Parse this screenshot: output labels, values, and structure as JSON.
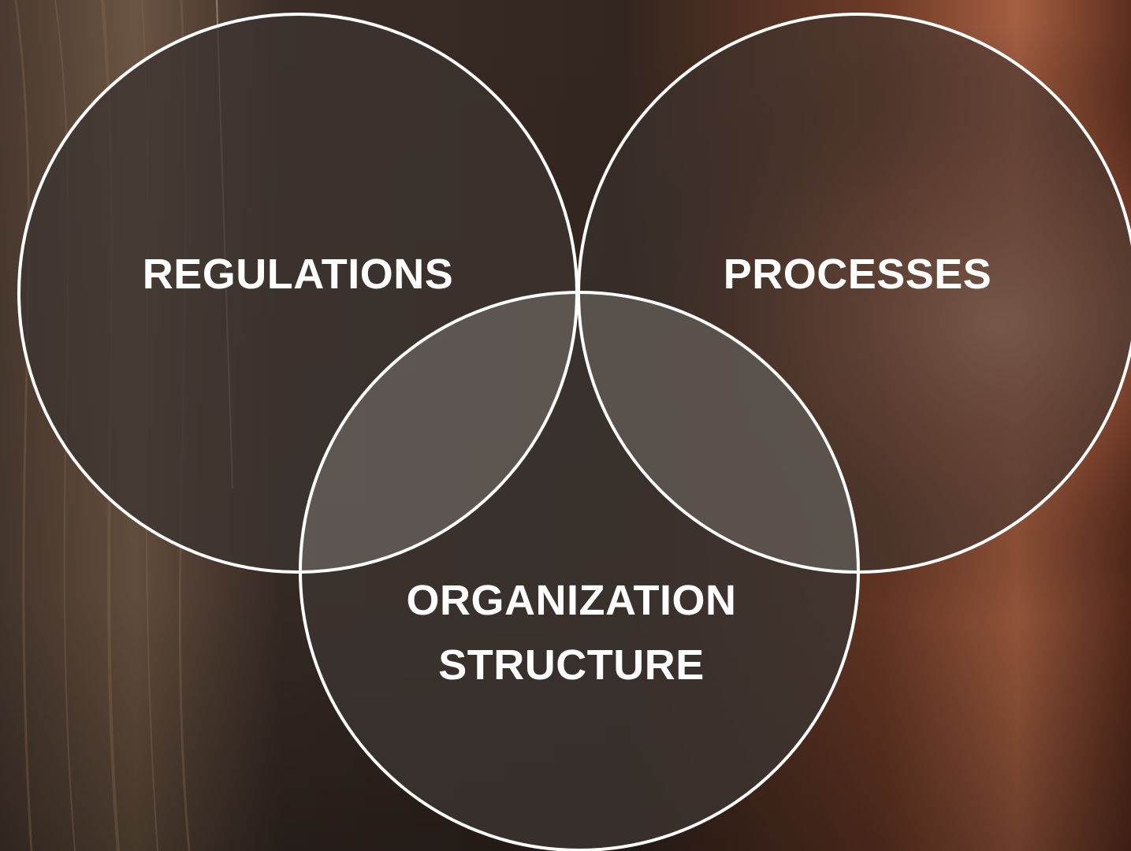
{
  "diagram": {
    "type": "venn",
    "sets": [
      {
        "id": "regulations",
        "label": "REGULATIONS"
      },
      {
        "id": "processes",
        "label": "PROCESSES"
      },
      {
        "id": "organization-structure",
        "label_lines": [
          "ORGANIZATION",
          "STRUCTURE"
        ]
      }
    ]
  },
  "colors": {
    "circle_stroke": "#ffffff",
    "circle_fill": "#3c3431",
    "overlap_fill": "#6a625c",
    "background_dark": "#241d1a",
    "background_warm": "#8a4a2e",
    "background_highlight": "#c98a6a"
  }
}
